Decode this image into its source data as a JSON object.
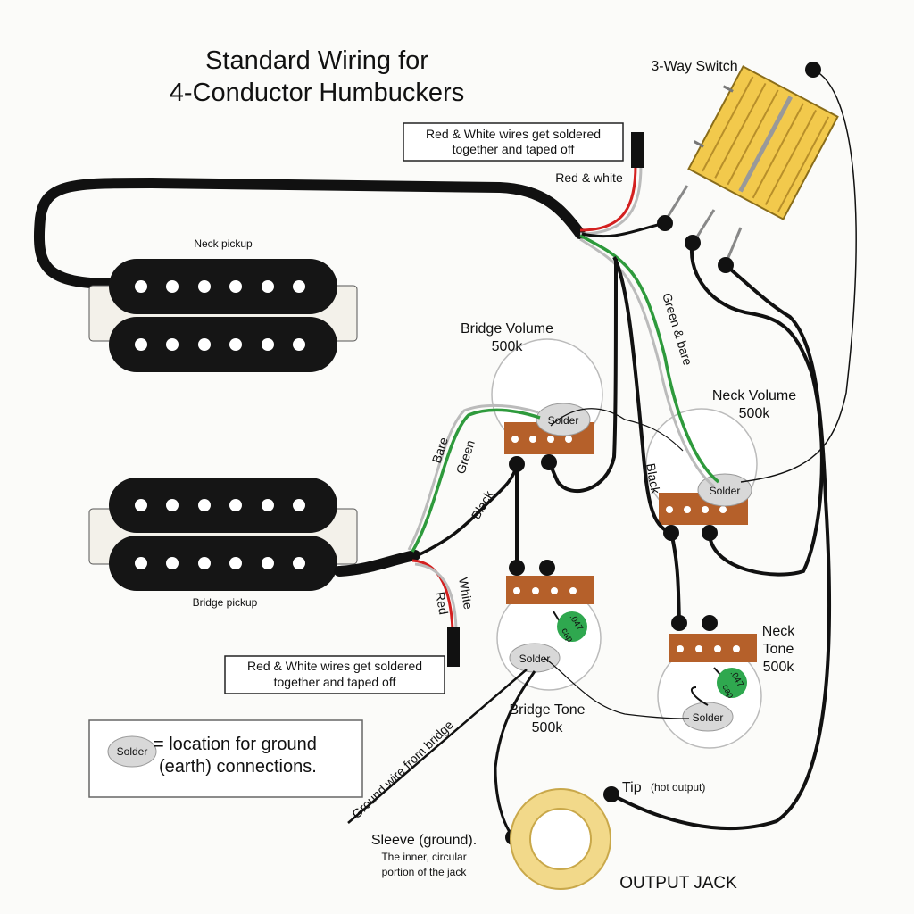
{
  "title": {
    "line1": "Standard Wiring for",
    "line2": "4-Conductor Humbuckers"
  },
  "notes": {
    "top": {
      "line1": "Red & White wires get soldered",
      "line2": "together and taped off"
    },
    "bottom": {
      "line1": "Red & White wires get soldered",
      "line2": "together and taped off"
    }
  },
  "pickups": {
    "neck": "Neck pickup",
    "bridge": "Bridge pickup"
  },
  "switch": {
    "label": "3-Way Switch"
  },
  "pots": {
    "bridge_volume": {
      "name": "Bridge Volume",
      "value": "500k"
    },
    "neck_volume": {
      "name": "Neck Volume",
      "value": "500k"
    },
    "bridge_tone": {
      "name": "Bridge Tone",
      "value": "500k"
    },
    "neck_tone": {
      "line1": "Neck",
      "line2": "Tone",
      "value": "500k"
    }
  },
  "capacitor": {
    "value": ".047",
    "unit": "cap"
  },
  "solder_text": "Solder",
  "wires": {
    "red_white_top": "Red & white",
    "green_bare": "Green & bare",
    "black_right": "Black",
    "bare": "Bare",
    "green": "Green",
    "black_left": "Black",
    "white": "White",
    "red": "Red",
    "ground_from_bridge": "Ground wire from bridge"
  },
  "jack": {
    "tip": "Tip",
    "tip_note": "(hot output)",
    "sleeve": "Sleeve (ground).",
    "sleeve_note1": "The inner, circular",
    "sleeve_note2": "portion of the jack",
    "label": "OUTPUT JACK"
  },
  "legend": {
    "text1": "= location for ground",
    "text2": "(earth) connections."
  },
  "colors": {
    "wire_black": "#111111",
    "wire_green": "#2e9a3c",
    "wire_red": "#d42020",
    "switch_yellow": "#f2c94c",
    "pot_body": "#b5602a",
    "cap_green": "#2fa84f"
  }
}
